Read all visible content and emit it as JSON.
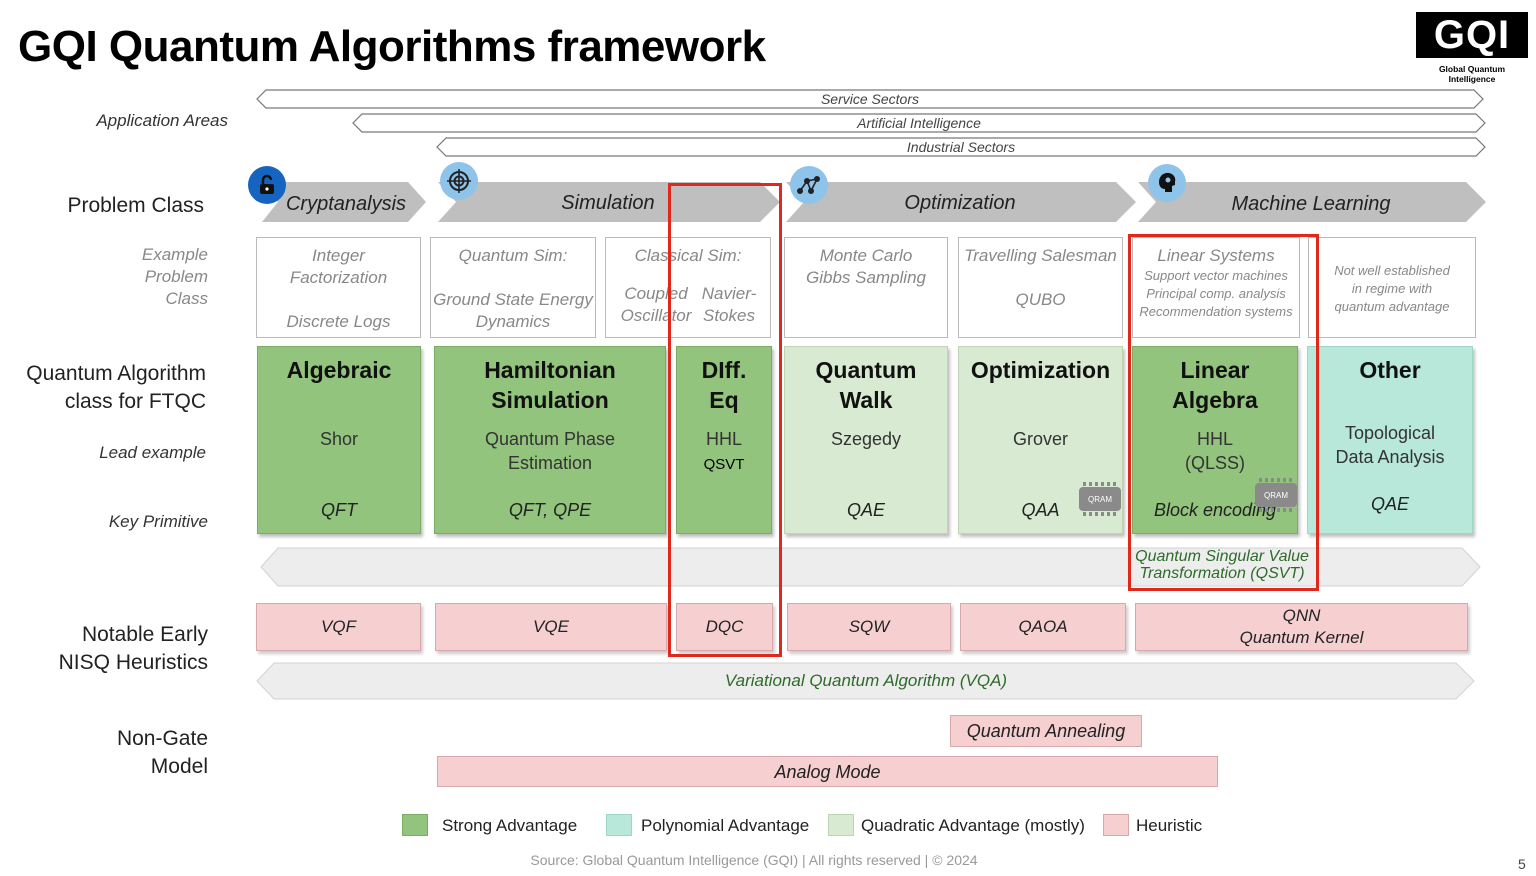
{
  "title": "GQI Quantum Algorithms framework",
  "logo": {
    "text": "GQI",
    "subtitle": "Global Quantum Intelligence"
  },
  "row_labels": {
    "application_areas": "Application Areas",
    "problem_class": "Problem Class",
    "example_problem_class": [
      "Example",
      "Problem",
      "Class"
    ],
    "algorithm_class": [
      "Quantum Algorithm",
      "class for FTQC"
    ],
    "lead_example": "Lead example",
    "key_primitive": "Key  Primitive",
    "nisq": [
      "Notable Early",
      "NISQ Heuristics"
    ],
    "non_gate": [
      "Non-Gate",
      "Model"
    ]
  },
  "application_areas": [
    "Service Sectors",
    "Artificial Intelligence",
    "Industrial Sectors"
  ],
  "problem_classes": [
    {
      "label": "Cryptanalysis",
      "icon": "lock-icon"
    },
    {
      "label": "Simulation",
      "icon": "target-icon"
    },
    {
      "label": "Optimization",
      "icon": "network-icon"
    },
    {
      "label": "Machine Learning",
      "icon": "brain-icon"
    }
  ],
  "examples": [
    {
      "lines": [
        "Integer",
        "Factorization",
        "Discrete Logs"
      ]
    },
    {
      "lines": [
        "Quantum Sim:",
        "Ground State Energy",
        "Dynamics"
      ]
    },
    {
      "lines": [
        "Classical Sim:",
        "Coupled",
        "Oscillator",
        "Navier-",
        "Stokes"
      ]
    },
    {
      "lines": [
        "Monte Carlo",
        "Gibbs Sampling"
      ]
    },
    {
      "lines": [
        "Travelling Salesman",
        "QUBO"
      ]
    },
    {
      "lines": [
        "Linear Systems",
        "Support vector machines",
        "Principal comp. analysis",
        "Recommendation systems"
      ]
    },
    {
      "lines": [
        "Not well established",
        "in regime with",
        "quantum advantage"
      ]
    }
  ],
  "algorithms": [
    {
      "heading": [
        "Algebraic"
      ],
      "lead": [
        "Shor"
      ],
      "primitive": "QFT",
      "advantage": "strong"
    },
    {
      "heading": [
        "Hamiltonian",
        "Simulation"
      ],
      "lead": [
        "Quantum Phase",
        "Estimation"
      ],
      "primitive": "QFT, QPE",
      "advantage": "strong"
    },
    {
      "heading": [
        "DIff.",
        "Eq"
      ],
      "lead": [
        "HHL",
        "QSVT"
      ],
      "primitive": "",
      "advantage": "strong"
    },
    {
      "heading": [
        "Quantum",
        "Walk"
      ],
      "lead": [
        "Szegedy"
      ],
      "primitive": "QAE",
      "advantage": "quadratic"
    },
    {
      "heading": [
        "Optimization"
      ],
      "lead": [
        "Grover"
      ],
      "primitive": "QAA",
      "advantage": "quadratic",
      "badge": "QRAM"
    },
    {
      "heading": [
        "Linear",
        "Algebra"
      ],
      "lead": [
        "HHL",
        "(QLSS)"
      ],
      "primitive": "Block encoding",
      "advantage": "strong",
      "badge": "QRAM"
    },
    {
      "heading": [
        "Other"
      ],
      "lead": [
        "Topological",
        "Data Analysis"
      ],
      "primitive": "QAE",
      "advantage": "polynomial"
    }
  ],
  "qsvt_band": [
    "Quantum Singular Value",
    "Transformation (QSVT)"
  ],
  "nisq": [
    {
      "lines": [
        "VQF"
      ]
    },
    {
      "lines": [
        "VQE"
      ]
    },
    {
      "lines": [
        "DQC"
      ]
    },
    {
      "lines": [
        "SQW"
      ]
    },
    {
      "lines": [
        "QAOA"
      ]
    },
    {
      "lines": [
        "QNN",
        "Quantum Kernel"
      ]
    }
  ],
  "vqa_band": "Variational Quantum Algorithm (VQA)",
  "non_gate": {
    "annealing": "Quantum Annealing",
    "analog": "Analog Mode"
  },
  "legend": [
    {
      "label": "Strong Advantage",
      "color": "#93c47d"
    },
    {
      "label": "Polynomial Advantage",
      "color": "#b7e8da"
    },
    {
      "label": "Quadratic Advantage (mostly)",
      "color": "#d9ead3"
    },
    {
      "label": "Heuristic",
      "color": "#f6d0d0"
    }
  ],
  "source": "Source: Global Quantum Intelligence (GQI) | All rights reserved | © 2024",
  "page_number": "5"
}
